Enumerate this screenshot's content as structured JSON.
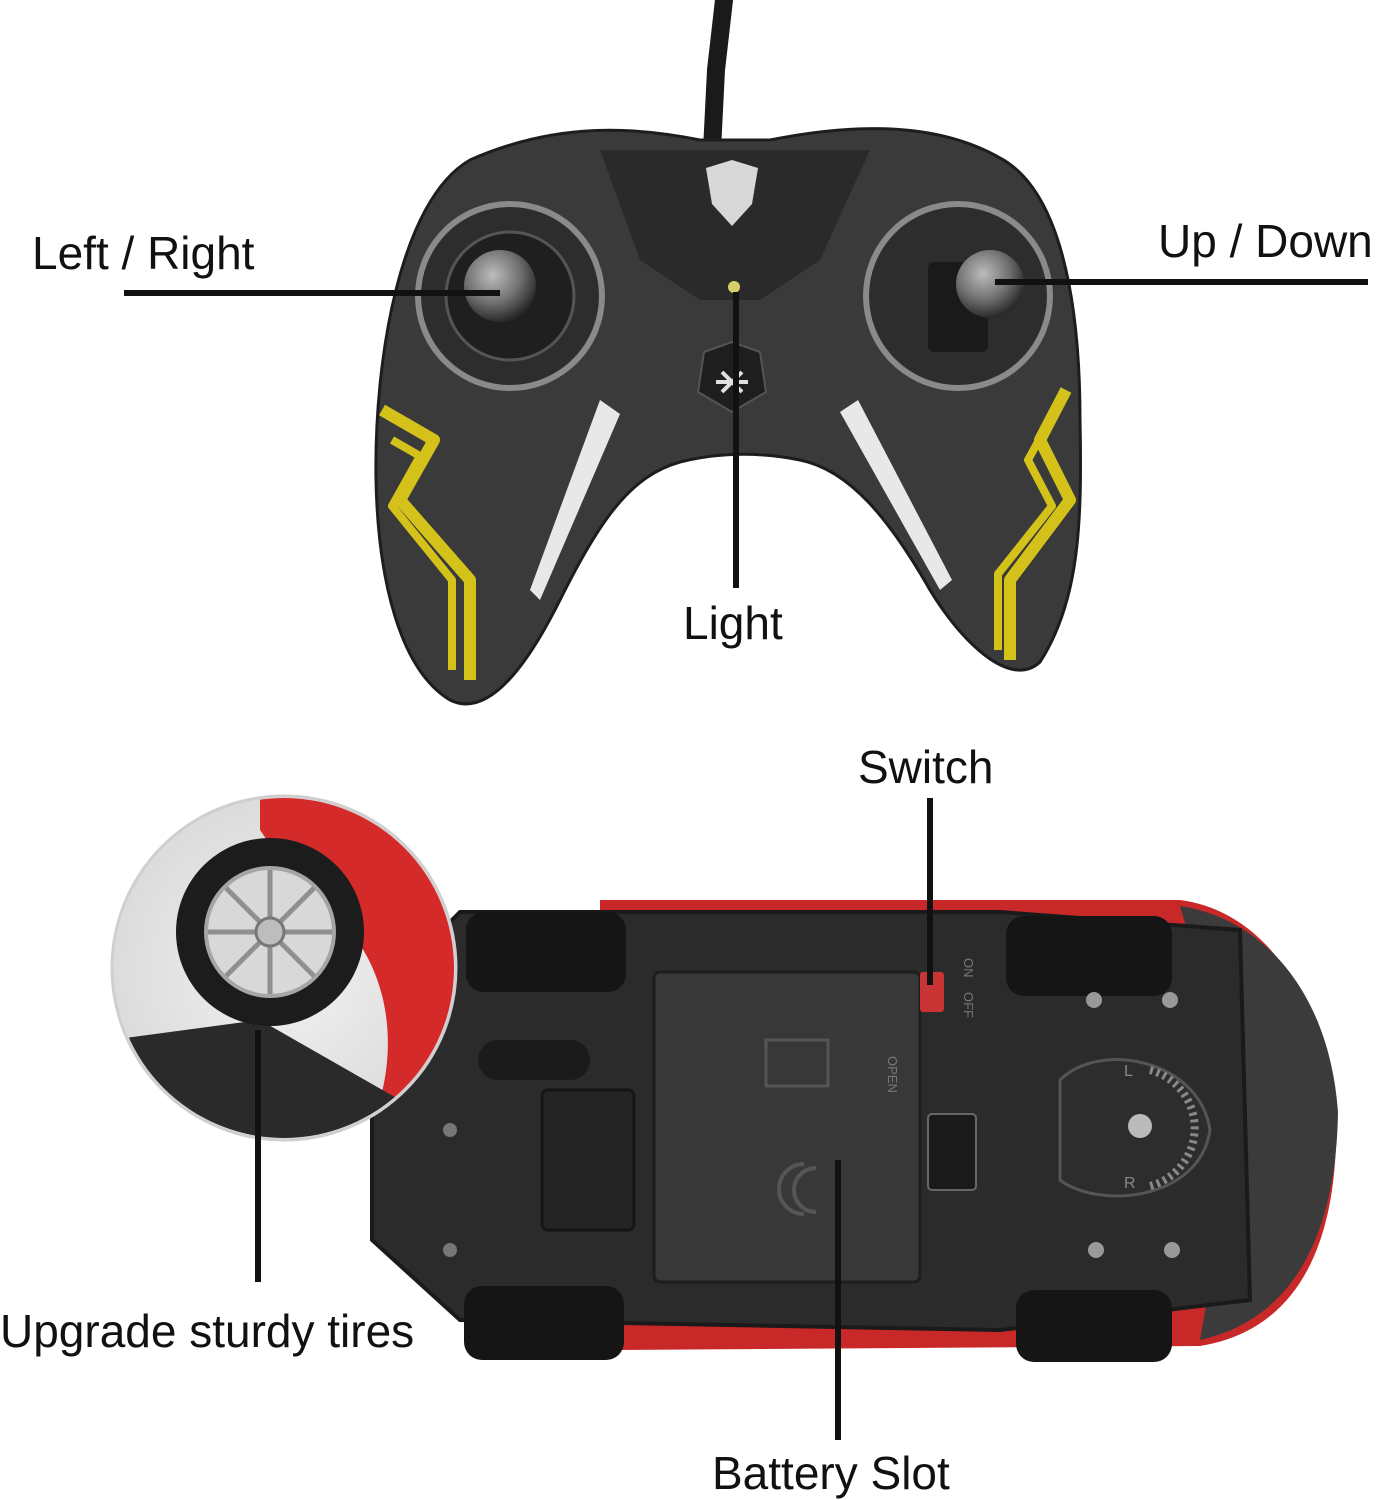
{
  "callouts": {
    "left_right": "Left / Right",
    "up_down": "Up / Down",
    "light": "Light",
    "switch": "Switch",
    "upgrade_tires": "Upgrade sturdy tires",
    "battery_slot": "Battery Slot"
  },
  "car_markings": {
    "switch_on": "ON",
    "switch_off": "OFF",
    "battery_open": "OPEN",
    "steer_left": "L",
    "steer_right": "R"
  },
  "colors": {
    "controller_body": "#3a3a3a",
    "controller_trim": "#d4c21a",
    "car_body": "#d42a2a",
    "chassis": "#2b2b2b",
    "callout_line": "#111111"
  }
}
